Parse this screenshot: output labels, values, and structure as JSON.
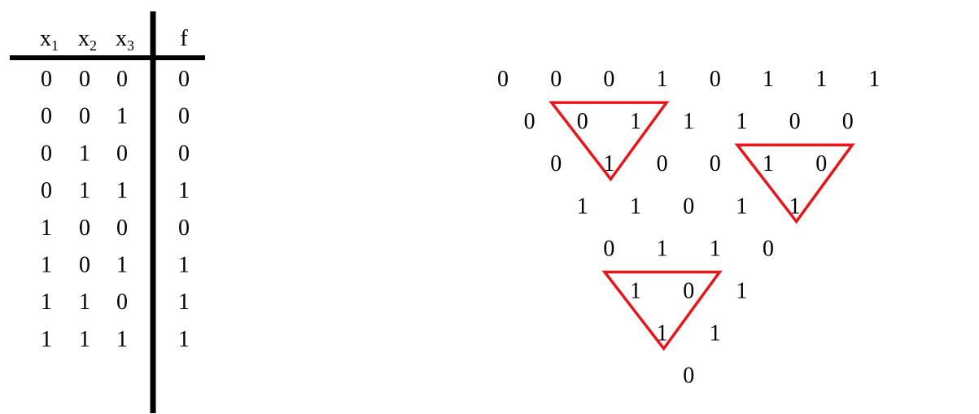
{
  "truth_table": {
    "header": {
      "inputs": [
        {
          "base": "x",
          "sub": "1"
        },
        {
          "base": "x",
          "sub": "2"
        },
        {
          "base": "x",
          "sub": "3"
        }
      ],
      "output": "f"
    },
    "rows": [
      {
        "x": [
          "0",
          "0",
          "0"
        ],
        "f": "0"
      },
      {
        "x": [
          "0",
          "0",
          "1"
        ],
        "f": "0"
      },
      {
        "x": [
          "0",
          "1",
          "0"
        ],
        "f": "0"
      },
      {
        "x": [
          "0",
          "1",
          "1"
        ],
        "f": "1"
      },
      {
        "x": [
          "1",
          "0",
          "0"
        ],
        "f": "0"
      },
      {
        "x": [
          "1",
          "0",
          "1"
        ],
        "f": "1"
      },
      {
        "x": [
          "1",
          "1",
          "0"
        ],
        "f": "1"
      },
      {
        "x": [
          "1",
          "1",
          "1"
        ],
        "f": "1"
      }
    ]
  },
  "triangle": {
    "rows": [
      [
        "0",
        "0",
        "0",
        "1",
        "0",
        "1",
        "1",
        "1"
      ],
      [
        "0",
        "0",
        "1",
        "1",
        "1",
        "0",
        "0"
      ],
      [
        "0",
        "1",
        "0",
        "0",
        "1",
        "0"
      ],
      [
        "1",
        "1",
        "0",
        "1",
        "1"
      ],
      [
        "0",
        "1",
        "1",
        "0"
      ],
      [
        "1",
        "0",
        "1"
      ],
      [
        "1",
        "1"
      ],
      [
        "0"
      ]
    ],
    "highlight_color": "#e8161b",
    "highlights": [
      {
        "row": 1,
        "index": 1
      },
      {
        "row": 2,
        "index": 4
      },
      {
        "row": 5,
        "index": 0
      }
    ]
  }
}
